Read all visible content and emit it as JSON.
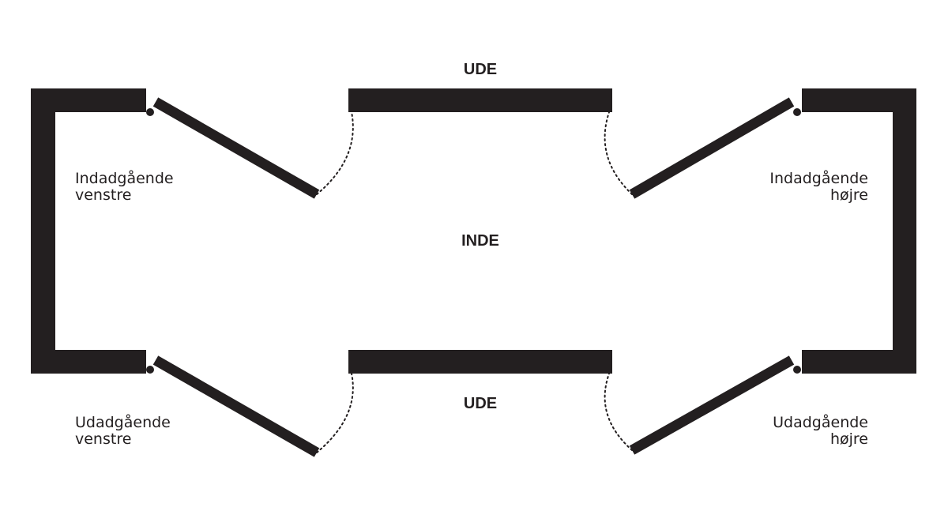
{
  "colors": {
    "wall": "#231f20",
    "background": "#ffffff"
  },
  "zones": {
    "top": "UDE",
    "middle": "INDE",
    "bottom": "UDE"
  },
  "doors": {
    "top_left": {
      "line1": "Indadgående",
      "line2": "venstre"
    },
    "top_right": {
      "line1": "Indadgående",
      "line2": "højre"
    },
    "bottom_left": {
      "line1": "Udadgående",
      "line2": "venstre"
    },
    "bottom_right": {
      "line1": "Udadgående",
      "line2": "højre"
    }
  }
}
